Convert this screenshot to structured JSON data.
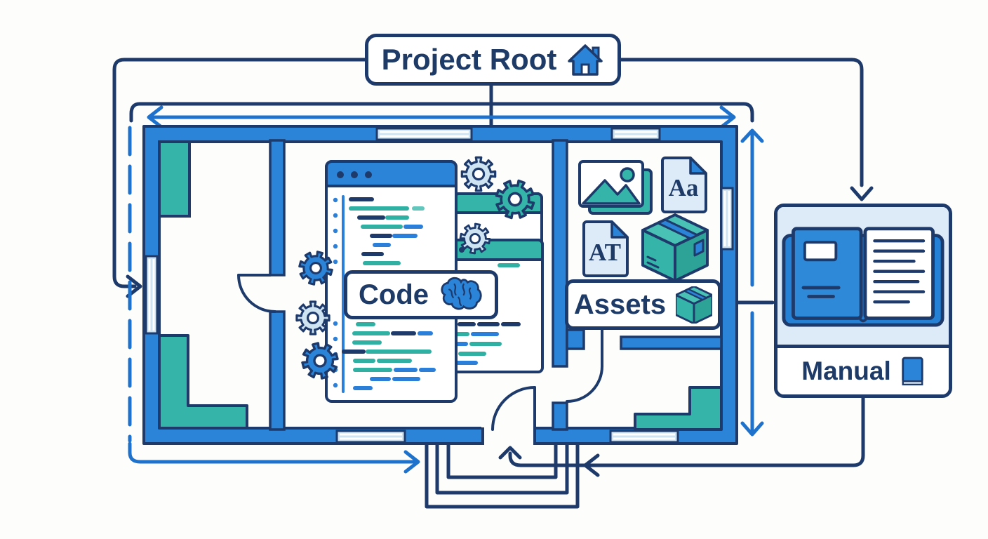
{
  "diagram": {
    "root": {
      "label": "Project Root",
      "icon": "house-icon"
    },
    "rooms": {
      "code": {
        "label": "Code",
        "icon": "brain-icon"
      },
      "assets": {
        "label": "Assets",
        "icon": "package-icon"
      }
    },
    "manual": {
      "label": "Manual",
      "icon": "book-icon"
    },
    "asset_files": {
      "aa": "Aa",
      "at": "AT"
    }
  },
  "colors": {
    "navy": "#1d3a6b",
    "wall_blue": "#2b84d8",
    "teal": "#35b5a9",
    "light_blue": "#cfe4f2",
    "panel_blue": "#dcebf7",
    "arrow_blue": "#1f72cc",
    "text_navy": "#1e3a66"
  }
}
